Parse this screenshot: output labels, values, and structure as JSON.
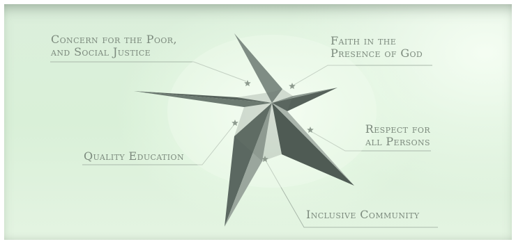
{
  "diagram": {
    "colors": {
      "background": "#dcefdc",
      "label_text": "#7c8a7d",
      "leader_line": "#a9b8aa",
      "marker_star": "#8d9a8e",
      "star_dark": "#55615a",
      "star_mid": "#7f8d84",
      "star_light": "#c2cbc3"
    },
    "marker_icon": "small-star-icon",
    "labels": {
      "concern": {
        "line1": "Concern for the Poor,",
        "line2": "and Social Justice"
      },
      "faith": {
        "line1": "Faith in the",
        "line2": "Presence of God"
      },
      "respect": {
        "line1": "Respect for",
        "line2": "all Persons"
      },
      "quality": {
        "line1": "Quality Education"
      },
      "inclusive": {
        "line1": "Inclusive Community"
      }
    }
  }
}
